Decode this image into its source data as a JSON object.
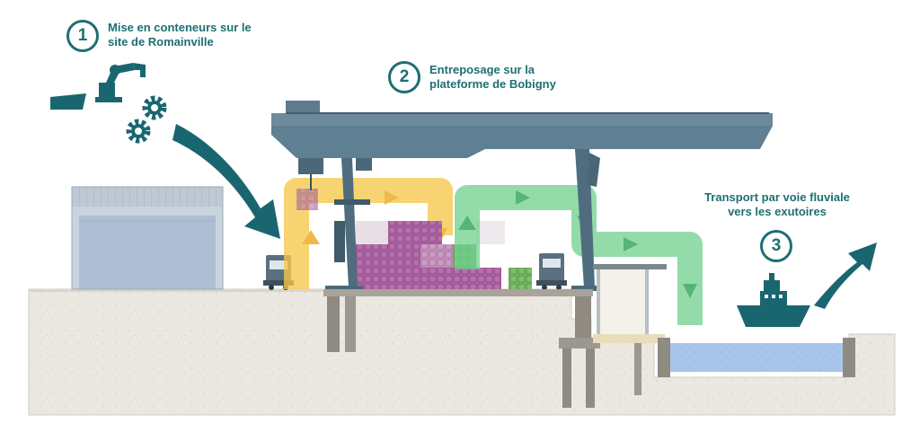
{
  "colors": {
    "teal": "#1d6f73",
    "crane": "#5b7a8c",
    "yellow_flow": "#f5c842",
    "green_flow": "#6cc98a",
    "ground": "#e9e6e0",
    "water": "#9fc0e8",
    "container_pink": "#b56aa8",
    "container_green": "#7cbf6b"
  },
  "steps": [
    {
      "number": "1",
      "label_line1": "Mise en conteneurs sur le",
      "label_line2": "site de Romainville"
    },
    {
      "number": "2",
      "label_line1": "Entreposage sur la",
      "label_line2": "plateforme de Bobigny"
    },
    {
      "number": "3",
      "label_line1": "Transport par voie fluviale",
      "label_line2": "vers les exutoires"
    }
  ],
  "icons": [
    "robot-arm-icon",
    "gear-icon",
    "truck-icon",
    "boat-icon",
    "arrow-icon"
  ]
}
